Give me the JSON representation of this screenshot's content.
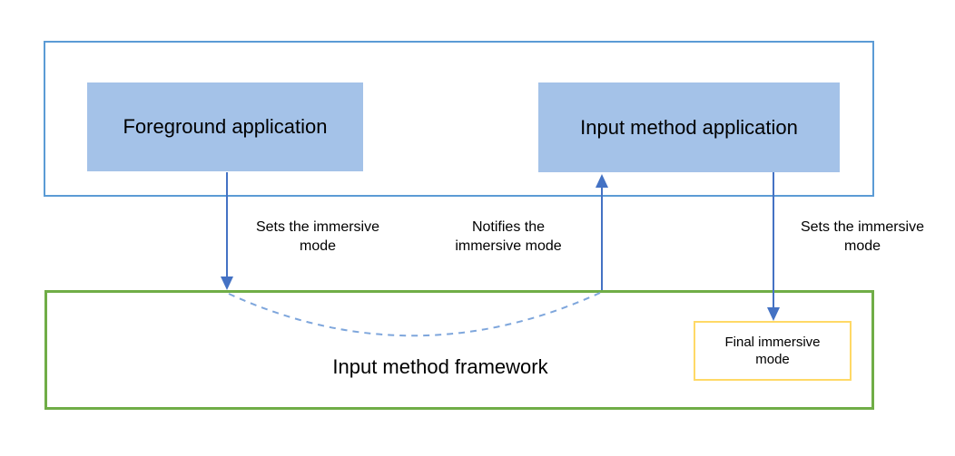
{
  "colors": {
    "container_border": "#5B9BD5",
    "node_fill": "#A4C2E8",
    "arrow": "#4472C4",
    "dashed_link": "#7EA6DC",
    "framework_border": "#70AD47",
    "final_mode_border": "#FFD966",
    "text": "#000000"
  },
  "nodes": {
    "foreground_app": {
      "label": "Foreground application"
    },
    "input_method_app": {
      "label": "Input method application"
    },
    "framework": {
      "label": "Input method framework"
    },
    "final_mode": {
      "label": "Final immersive mode"
    }
  },
  "edges": {
    "set_left": {
      "label": "Sets the immersive mode"
    },
    "notify": {
      "label": "Notifies the immersive mode"
    },
    "set_right": {
      "label": "Sets the immersive mode"
    }
  }
}
